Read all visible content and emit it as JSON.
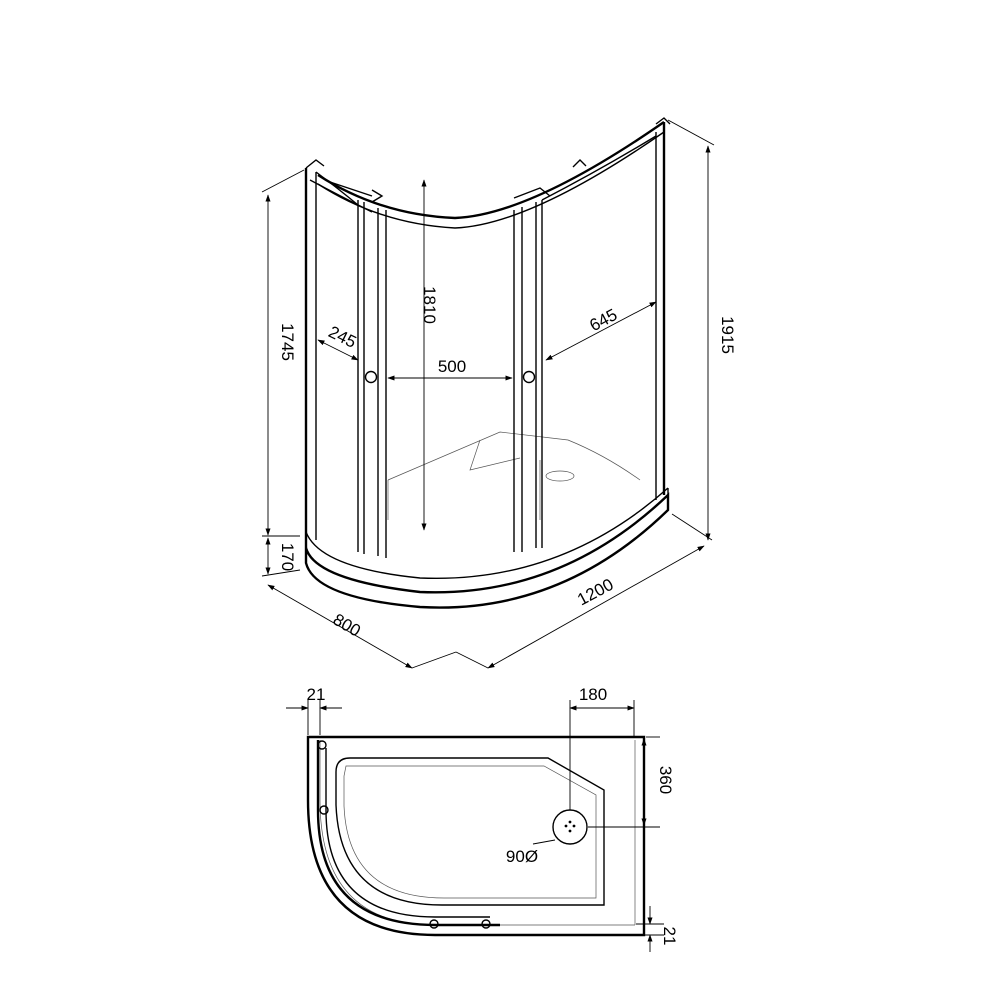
{
  "dimensions": {
    "total_height": "1915",
    "panel_height": "1745",
    "door_height": "1810",
    "tray_height": "170",
    "side_door_width": "245",
    "entry_width": "500",
    "front_panel_width": "645",
    "depth": "800",
    "width": "1200",
    "wall_offset_top": "21",
    "drain_offset_x": "180",
    "drain_offset_y": "360",
    "wall_offset_bottom": "21",
    "drain_diameter": "90Ø"
  }
}
